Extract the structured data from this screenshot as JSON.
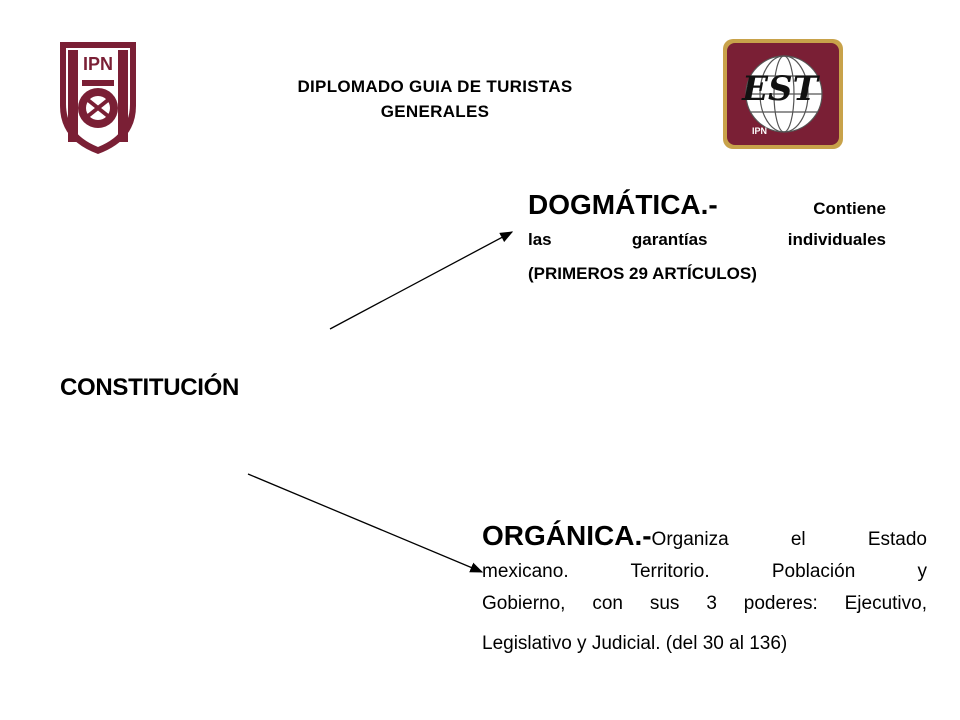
{
  "header": {
    "title_line1": "DIPLOMADO GUIA DE TURISTAS",
    "title_line2": "GENERALES",
    "logo_left_text": "IPN",
    "logo_right_text": "EST",
    "logo_right_subtext": "IPN",
    "colors": {
      "maroon": "#7a1f35",
      "gold": "#c8a24a"
    }
  },
  "main": {
    "constitucion": "CONSTITUCIÓN",
    "dogmatica": {
      "heading": "DOGMÁTICA.-",
      "line1_tail": "Contiene",
      "line2": "las garantías individuales",
      "line3": "(PRIMEROS 29 ARTÍCULOS)"
    },
    "organica": {
      "heading": "ORGÁNICA.-",
      "line1_tail": "Organiza el Estado",
      "line2": "mexicano. Territorio. Población y",
      "line3": "Gobierno, con sus 3 poderes: Ejecutivo,",
      "line4": "Legislativo y Judicial. (del 30 al 136)"
    }
  }
}
